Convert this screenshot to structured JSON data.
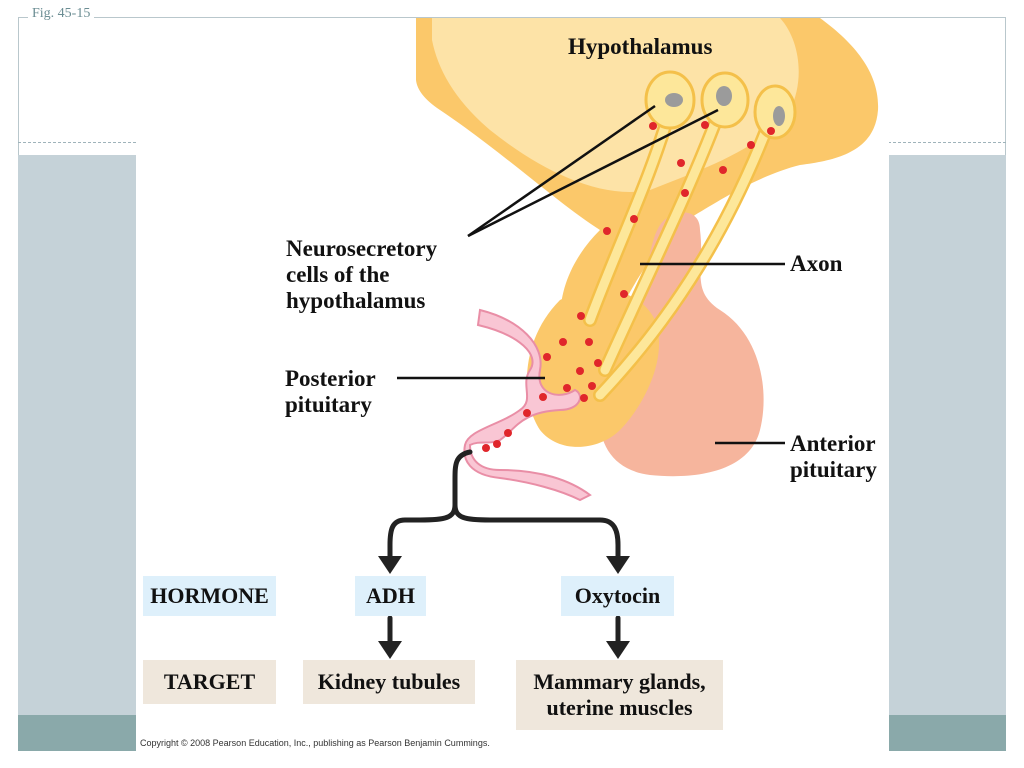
{
  "figure": {
    "fig_label": "Fig. 45-15"
  },
  "labels": {
    "hypothalamus": "Hypothalamus",
    "neurosecretory_line1": "Neurosecretory",
    "neurosecretory_line2": "cells of the",
    "neurosecretory_line3": "hypothalamus",
    "axon": "Axon",
    "posterior_line1": "Posterior",
    "posterior_line2": "pituitary",
    "anterior_line1": "Anterior",
    "anterior_line2": "pituitary"
  },
  "table": {
    "hormone_header": "HORMONE",
    "target_header": "TARGET",
    "hormones": [
      "ADH",
      "Oxytocin"
    ],
    "targets": [
      "Kidney tubules",
      "Mammary glands,",
      "uterine muscles"
    ]
  },
  "copyright": "Copyright © 2008 Pearson Education, Inc., publishing as Pearson Benjamin Cummings.",
  "colors": {
    "hypothalamus_fill": "#fde3a7",
    "tissue_orange": "#fbc86a",
    "axon_yellow": "#fde79a",
    "anterior_pink": "#f6b59d",
    "vessel_pink": "#f9c6d4",
    "vesicle_red": "#e0262b",
    "band_grey": "#c5d2d8",
    "band_teal": "#8aa9aa",
    "hormone_box": "#def0fb",
    "target_box": "#efe7dc"
  }
}
